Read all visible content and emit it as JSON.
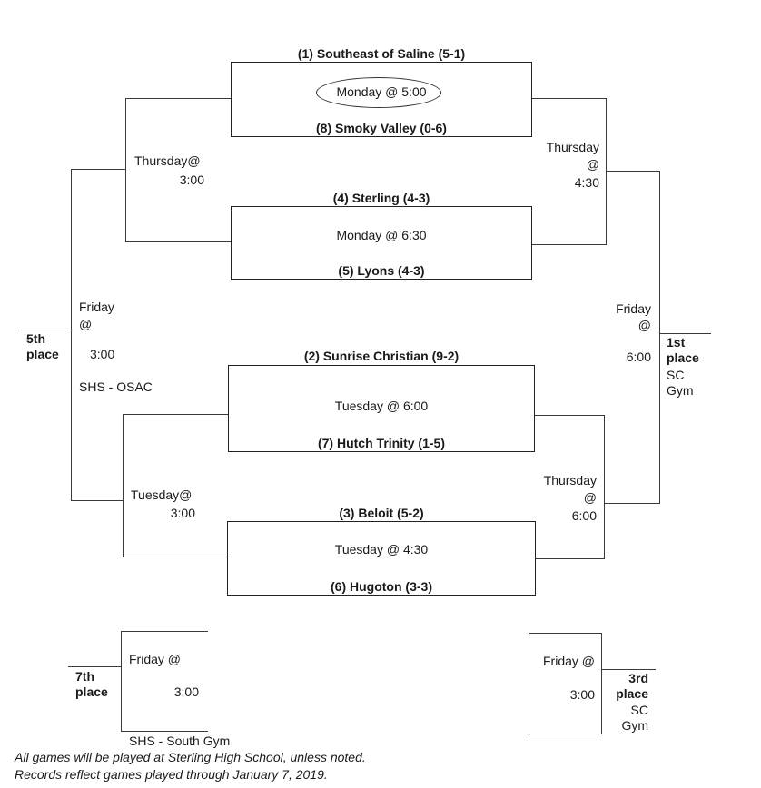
{
  "first_round": [
    {
      "top_team": "(1) Southeast of Saline (5-1)",
      "bottom_team": "(8) Smoky Valley (0-6)",
      "time": "Monday @ 5:00",
      "circled": true
    },
    {
      "top_team": "(4) Sterling (4-3)",
      "bottom_team": "(5) Lyons (4-3)",
      "time": "Monday @ 6:30",
      "circled": false
    },
    {
      "top_team": "(2) Sunrise Christian (9-2)",
      "bottom_team": "(7) Hutch Trinity (1-5)",
      "time": "Tuesday @ 6:00",
      "circled": false
    },
    {
      "top_team": "(3) Beloit (5-2)",
      "bottom_team": "(6) Hugoton (3-3)",
      "time": "Tuesday @ 4:30",
      "circled": false
    }
  ],
  "consolation_semis": [
    {
      "line1": "Thursday@",
      "line2": "3:00"
    },
    {
      "line1": "Tuesday@",
      "line2": "3:00"
    }
  ],
  "winner_semis": [
    {
      "line1": "Thursday",
      "line2": "@",
      "line3": "4:30"
    },
    {
      "line1": "Thursday",
      "line2": "@",
      "line3": "6:00"
    }
  ],
  "fifth_place_game": {
    "line1": "Friday",
    "line2": "@",
    "line3": "3:00",
    "location": "SHS - OSAC",
    "label_line1": "5th",
    "label_line2": "place"
  },
  "championship_game": {
    "line1": "Friday",
    "line2": "@",
    "line3": "6:00",
    "label_line1": "1st",
    "label_line2": "place",
    "location_line1": "SC",
    "location_line2": "Gym"
  },
  "seventh_place_game": {
    "line1": "Friday @",
    "line2": "3:00",
    "label_line1": "7th",
    "label_line2": "place",
    "location": "SHS - South Gym"
  },
  "third_place_game": {
    "line1": "Friday @",
    "line2": "3:00",
    "label_line1": "3rd",
    "label_line2": "place",
    "location_line1": "SC",
    "location_line2": "Gym"
  },
  "footnotes": [
    "All games will be played at Sterling High School, unless noted.",
    "Records reflect games played through January 7, 2019."
  ]
}
